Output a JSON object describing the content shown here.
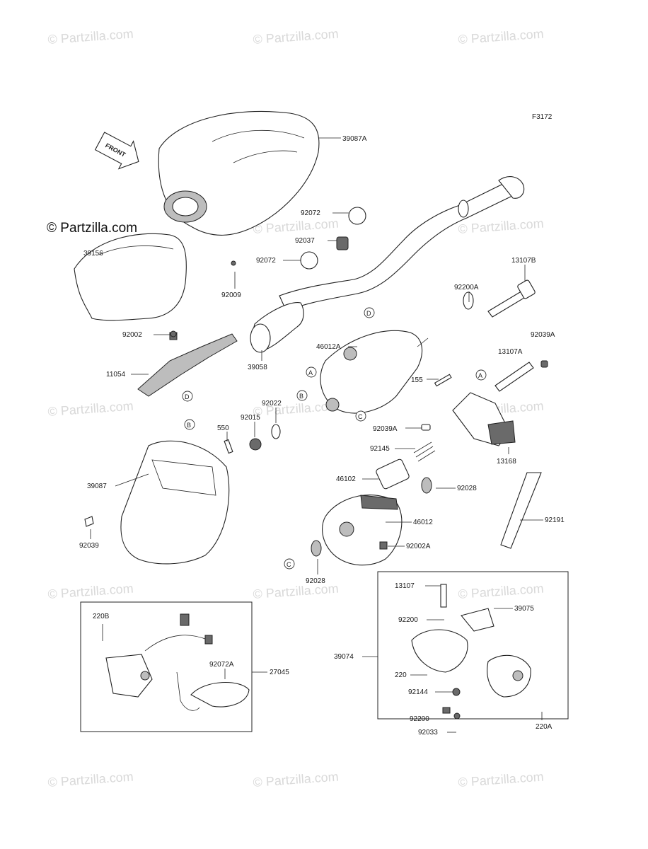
{
  "copyright": "© Partzilla.com",
  "figure_code": "F3172",
  "front_arrow_label": "FRONT",
  "watermarks": [
    "© Partzilla.com",
    "© Partzilla.com",
    "© Partzilla.com",
    "© Partzilla.com",
    "© Partzilla.com",
    "© Partzilla.com",
    "© Partzilla.com",
    "© Partzilla.com",
    "© Partzilla.com",
    "© Partzilla.com",
    "© Partzilla.com",
    "© Partzilla.com",
    "© Partzilla.com",
    "© Partzilla.com"
  ],
  "part_labels": [
    "39087A",
    "92072",
    "92037",
    "92072",
    "13107B",
    "39156",
    "92009",
    "92200A",
    "92002",
    "46012A",
    "39058",
    "92039A",
    "13107A",
    "11054",
    "155",
    "92022",
    "92015",
    "550",
    "92039A",
    "92145",
    "13168",
    "39087",
    "46102",
    "92028",
    "46012",
    "92191",
    "92039",
    "92002A",
    "92028",
    "13107",
    "39075",
    "220B",
    "92200",
    "92072A",
    "27045",
    "39074",
    "220",
    "92144",
    "92200",
    "220A",
    "92033"
  ],
  "callouts": [
    "D",
    "A",
    "B",
    "C",
    "A",
    "B",
    "C",
    "D"
  ]
}
